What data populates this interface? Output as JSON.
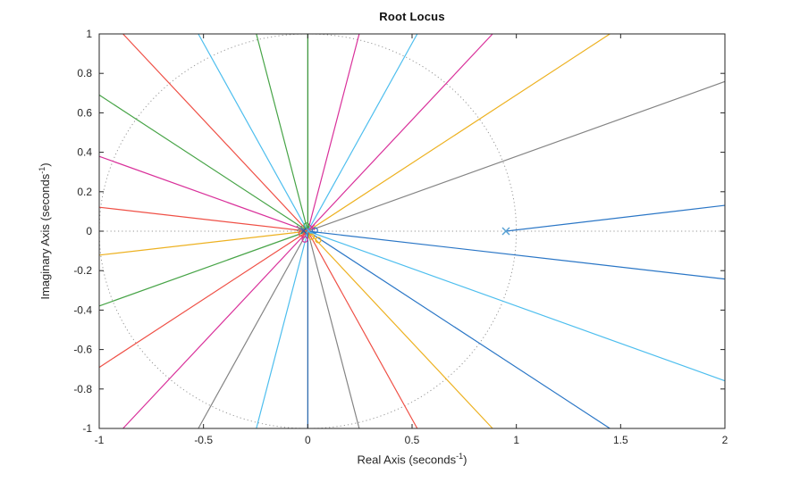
{
  "window": {
    "background": "#ffffff"
  },
  "chart_data": {
    "type": "line",
    "chart_kind": "root-locus",
    "title": "Root Locus",
    "xlabel": {
      "text": "Real Axis (seconds",
      "sup": "-1",
      "close": ")"
    },
    "ylabel": {
      "text": "Imaginary Axis (seconds",
      "sup": "-1",
      "close": ")"
    },
    "xlim": [
      -1,
      2
    ],
    "ylim": [
      -1,
      1
    ],
    "x_tick_labels": [
      "-1",
      "-0.5",
      "0",
      "0.5",
      "1",
      "1.5",
      "2"
    ],
    "y_tick_labels": [
      "1",
      "0.8",
      "0.6",
      "0.4",
      "0.2",
      "0",
      "-0.2",
      "-0.4",
      "-0.6",
      "-0.8",
      "-1"
    ],
    "axis_color": "#262626",
    "tick_label_color": "#262626",
    "reference": {
      "unit_circle": {
        "center_real": 0,
        "center_imag": 0,
        "radius": 1,
        "color": "#979797",
        "style": "dotted"
      },
      "real_axis_line": {
        "imag": 0,
        "color": "#979797",
        "style": "dotted"
      }
    },
    "branches": [
      {
        "angle_deg": 90,
        "color": "#2f8f2f"
      },
      {
        "angle_deg": 103.85,
        "color": "#47a447"
      },
      {
        "angle_deg": 117.69,
        "color": "#4dbeee"
      },
      {
        "angle_deg": 131.54,
        "color": "#ef4f45"
      },
      {
        "angle_deg": 145.38,
        "color": "#47a447"
      },
      {
        "angle_deg": 159.23,
        "color": "#d9309a"
      },
      {
        "angle_deg": 173.08,
        "color": "#ef4f45"
      },
      {
        "angle_deg": -173.08,
        "color": "#edb120"
      },
      {
        "angle_deg": -159.23,
        "color": "#47a447"
      },
      {
        "angle_deg": -145.38,
        "color": "#ef4f45"
      },
      {
        "angle_deg": -131.54,
        "color": "#d9309a"
      },
      {
        "angle_deg": -117.69,
        "color": "#848484"
      },
      {
        "angle_deg": -103.85,
        "color": "#4dbeee"
      },
      {
        "angle_deg": -90,
        "color": "#1f5fa9"
      },
      {
        "angle_deg": -76.15,
        "color": "#848484"
      },
      {
        "angle_deg": -62.31,
        "color": "#ef4f45"
      },
      {
        "angle_deg": -48.46,
        "color": "#edb120"
      },
      {
        "angle_deg": -34.62,
        "color": "#2a76c6"
      },
      {
        "angle_deg": -20.77,
        "color": "#4dbeee"
      },
      {
        "angle_deg": -6.92,
        "color": "#2a76c6"
      },
      {
        "angle_deg": 20.77,
        "color": "#848484"
      },
      {
        "angle_deg": 34.62,
        "color": "#edb120"
      },
      {
        "angle_deg": 48.46,
        "color": "#d9309a"
      },
      {
        "angle_deg": 62.31,
        "color": "#4dbeee"
      },
      {
        "angle_deg": 76.15,
        "color": "#d9309a"
      }
    ],
    "pole_marker": {
      "real": 0.95,
      "imag": 0,
      "marker": "x",
      "color": "#56a0d3"
    },
    "pole_branch": {
      "from_real": 0.95,
      "from_imag": 0,
      "to_real": 2,
      "to_imag": 0.131,
      "color": "#2a76c6"
    },
    "origin_cluster": [
      {
        "re": -0.03,
        "im": -0.012,
        "shape": "o",
        "color": "#ef4f45"
      },
      {
        "re": 0.018,
        "im": -0.028,
        "shape": "o",
        "color": "#edb120"
      },
      {
        "re": 0.034,
        "im": 0.004,
        "shape": "o",
        "color": "#2a76c6"
      },
      {
        "re": -0.006,
        "im": 0.028,
        "shape": "o",
        "color": "#47a447"
      },
      {
        "re": -0.014,
        "im": -0.042,
        "shape": "o",
        "color": "#d9309a"
      },
      {
        "re": 0.05,
        "im": -0.045,
        "shape": "o",
        "color": "#edb120"
      },
      {
        "re": 0.004,
        "im": 0.002,
        "shape": "x",
        "color": "#4dbeee"
      },
      {
        "re": -0.04,
        "im": 0.014,
        "shape": "x",
        "color": "#848484"
      },
      {
        "re": 0.02,
        "im": 0.02,
        "shape": "x",
        "color": "#d9309a"
      },
      {
        "re": -0.02,
        "im": 0.002,
        "shape": "x",
        "color": "#1f5fa9"
      }
    ]
  }
}
